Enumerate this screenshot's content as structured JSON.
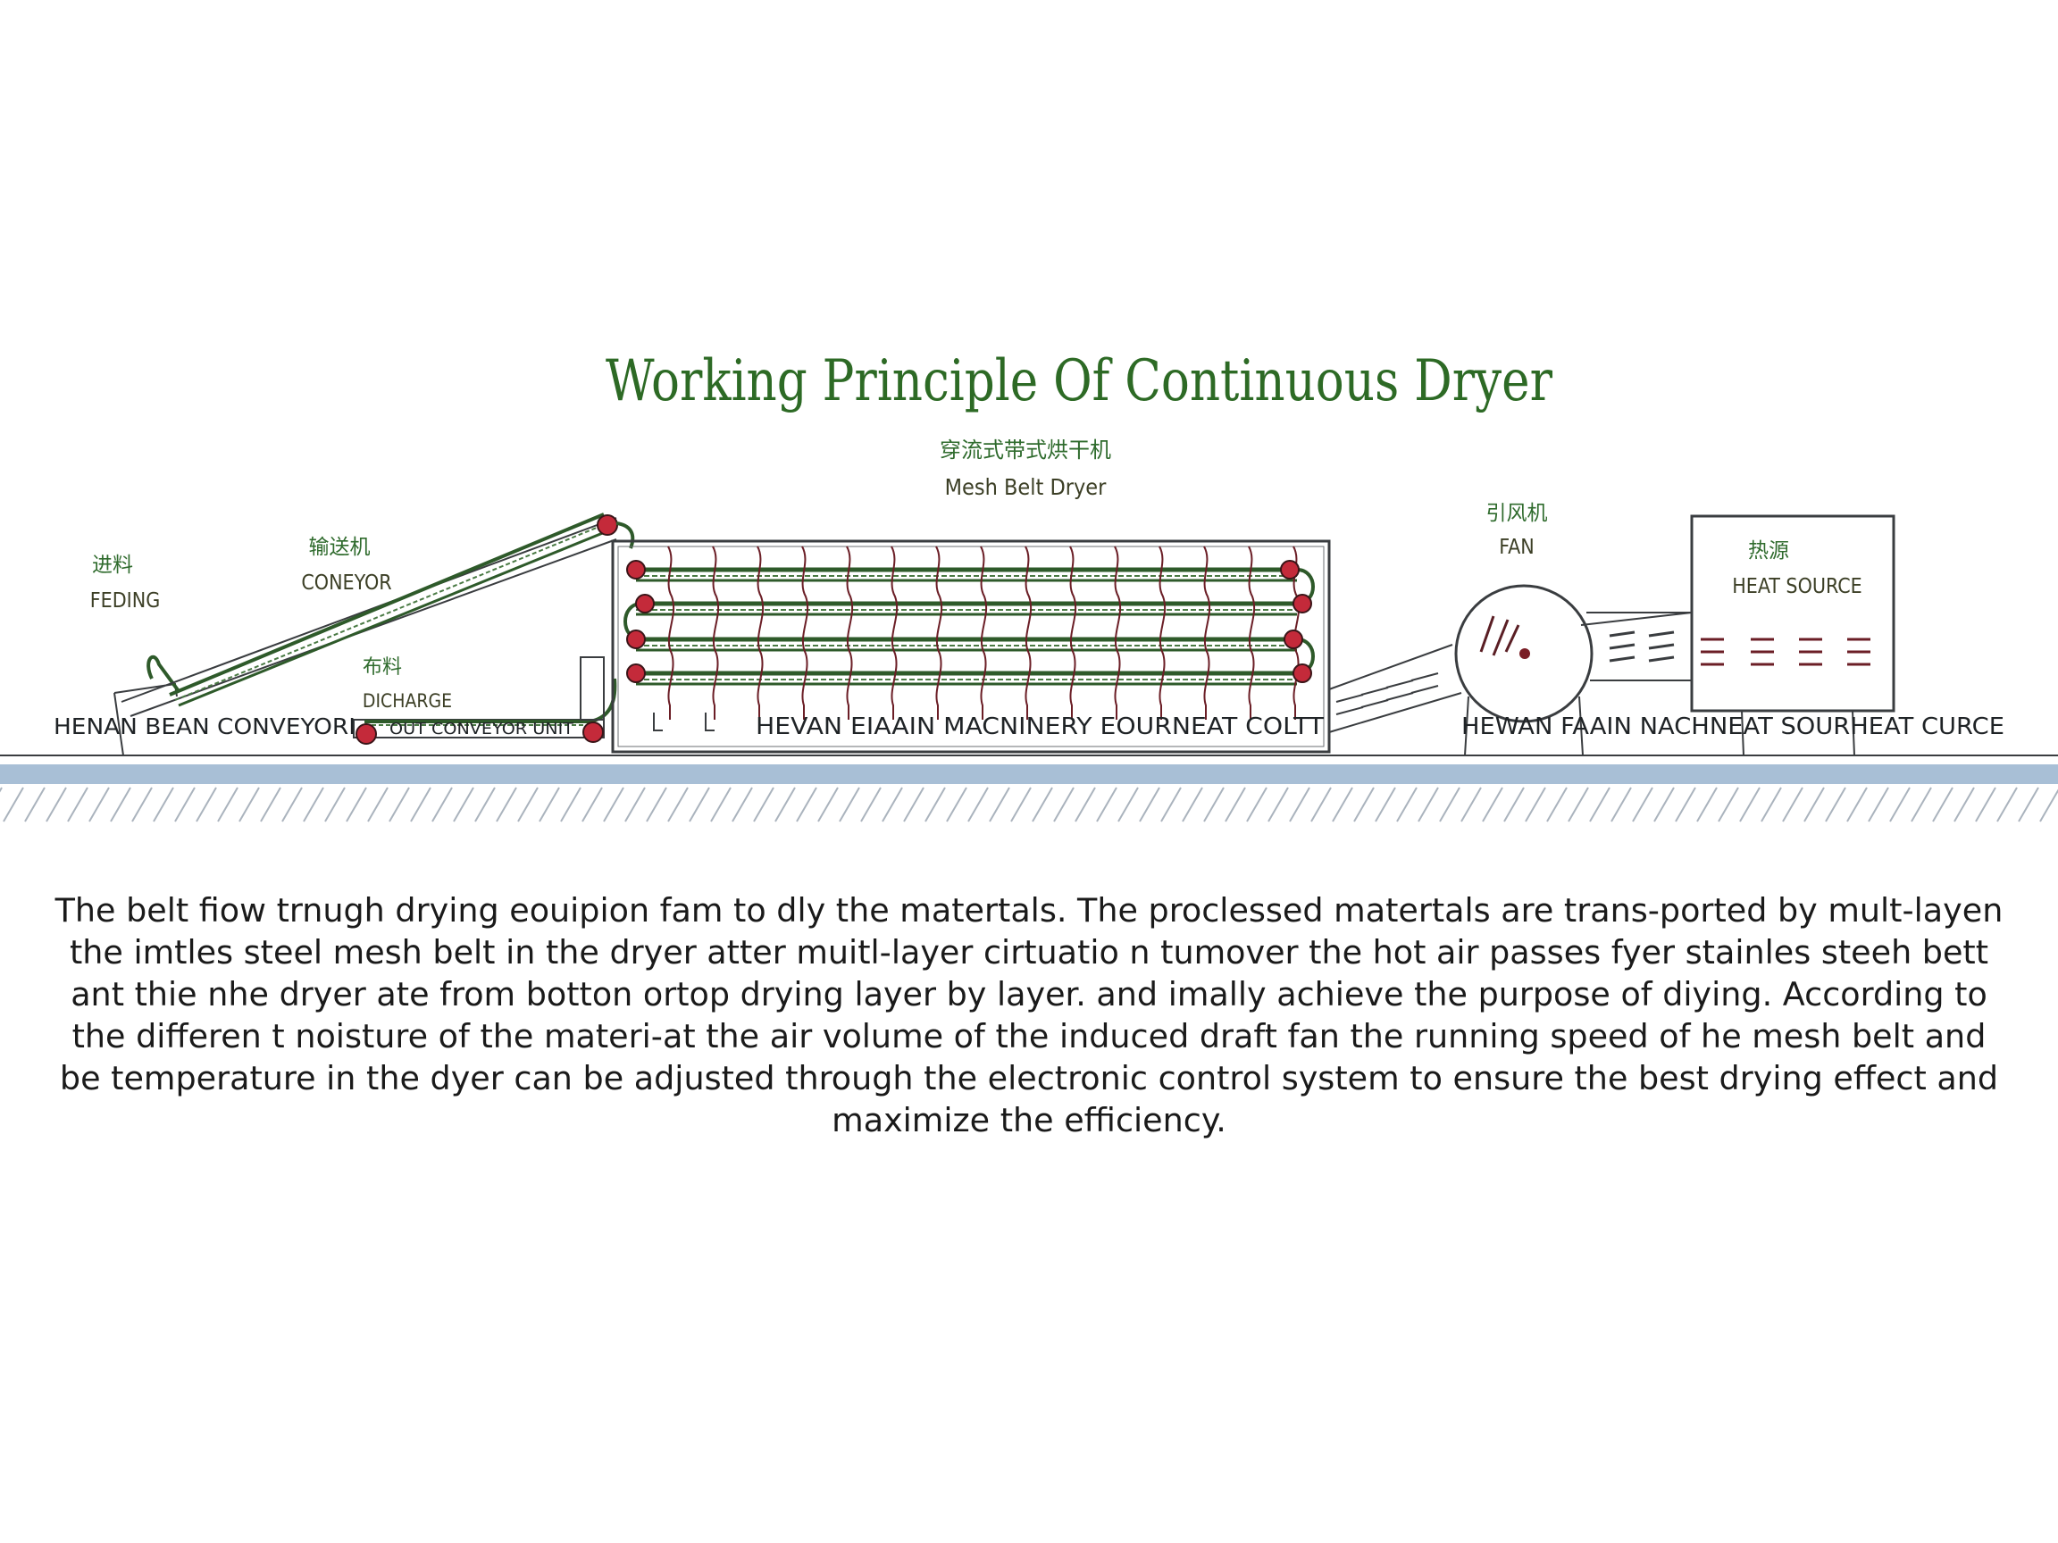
{
  "title": "Working Principle Of Continuous Dryer",
  "labels": {
    "dryer_cn": "穿流式带式烘干机",
    "dryer_en": "Mesh Belt Dryer",
    "feeding_cn": "进料",
    "feeding_en": "FEDING",
    "conveyor_cn": "输送机",
    "conveyor_en": "CONEYOR",
    "discharge_cn": "布料",
    "discharge_en": "DICHARGE",
    "fan_cn": "引风机",
    "fan_en": "FAN",
    "heat_source_cn": "热源",
    "heat_source_en": "HEAT SOURCE"
  },
  "baseline_texts": {
    "left": "HENAN BEAN CONVEYORI",
    "left_small": "OUT CONVEYOR UNIT",
    "middle": "HEVAN EIAAIN MACNINERY EOURNEAT COLTT",
    "right": "HEWAN FAAIN NACHNEAT SOURHEAT CURCE"
  },
  "description": "The belt fiow trnugh drying eouipion fam to dly the matertals. The proclessed matertals are trans-ported by mult-layen the imtles steel mesh belt in the dryer atter muitl-layer cirtuatio n tumover the hot air passes fyer stainles steeh bett ant thie nhe dryer ate from botton ortop drying layer by layer. and imally achieve the purpose of diying. According to the differen t noisture of the materi-at the air volume of the induced draft fan the running speed of he mesh belt and be temperature in the dyer can be adjusted through the electronic control system to ensure the best drying effect and maximize the efficiency.",
  "colors": {
    "title": "#2d6a25",
    "label_green": "#2f6b2d",
    "belt_green": "#2e5a2a",
    "roller_red": "#c42a3a",
    "line_dark": "#3a3d40",
    "rail_blue": "#a8bfd6"
  }
}
